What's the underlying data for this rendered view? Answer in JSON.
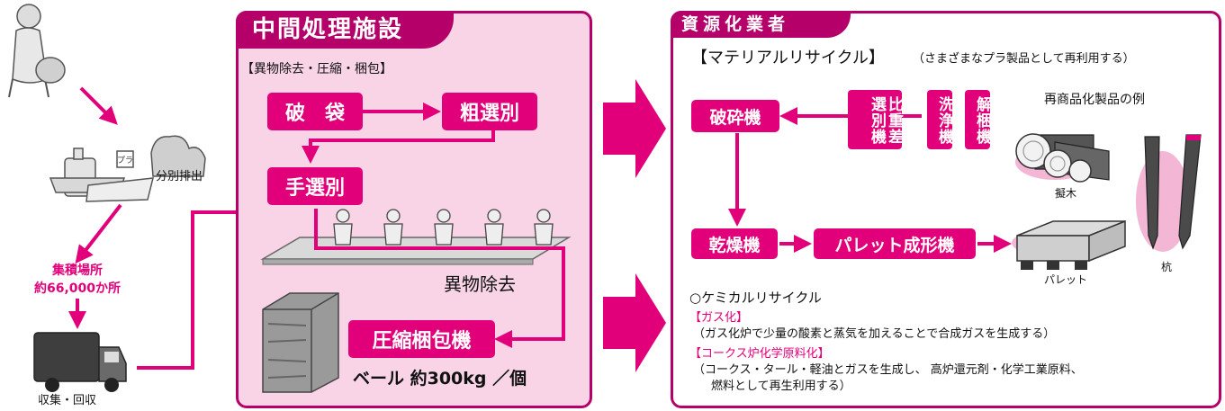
{
  "left": {
    "sort_label": "分別排出",
    "collection_point_line1": "集積場所",
    "collection_point_line2": "約66,000か所",
    "collect_label": "収集・回収"
  },
  "mid": {
    "title": "中間処理施設",
    "subtitle": "【異物除去・圧縮・梱包】",
    "box_hatai": "破　袋",
    "box_sosenbetsu": "粗選別",
    "box_tesenbetsu": "手選別",
    "foreign_removal": "異物除去",
    "box_compressor": "圧縮梱包機",
    "bale_text": "ベール 約300kg ／個"
  },
  "right": {
    "title": "資源化業者",
    "material_title": "【マテリアルリサイクル】",
    "material_note": "（さまざまなプラ製品として再利用する）",
    "box_crusher": "破砕機",
    "box_gravity": "比重差",
    "box_gravity2": "選別機",
    "box_wash": "洗浄機",
    "box_unbale": "解梱機",
    "product_title": "再商品化製品の例",
    "product_wood": "擬木",
    "product_stake": "杭",
    "product_pallet": "パレット",
    "box_dryer": "乾燥機",
    "box_pallet_mold": "パレット成形機",
    "chemical_title": "○ケミカルリサイクル",
    "gas_title": "【ガス化】",
    "gas_desc": "（ガス化炉で少量の酸素と蒸気を加えることで合成ガスを生成する）",
    "coke_title": "【コークス炉化学原料化】",
    "coke_desc1": "（コークス・タール・軽油とガスを生成し、 高炉還元剤・化学工業原料、",
    "coke_desc2": "燃料として再生利用する）"
  },
  "colors": {
    "magenta": "#e2007a",
    "dark_magenta": "#b5006a",
    "panel_pink": "#f8d4e6"
  }
}
